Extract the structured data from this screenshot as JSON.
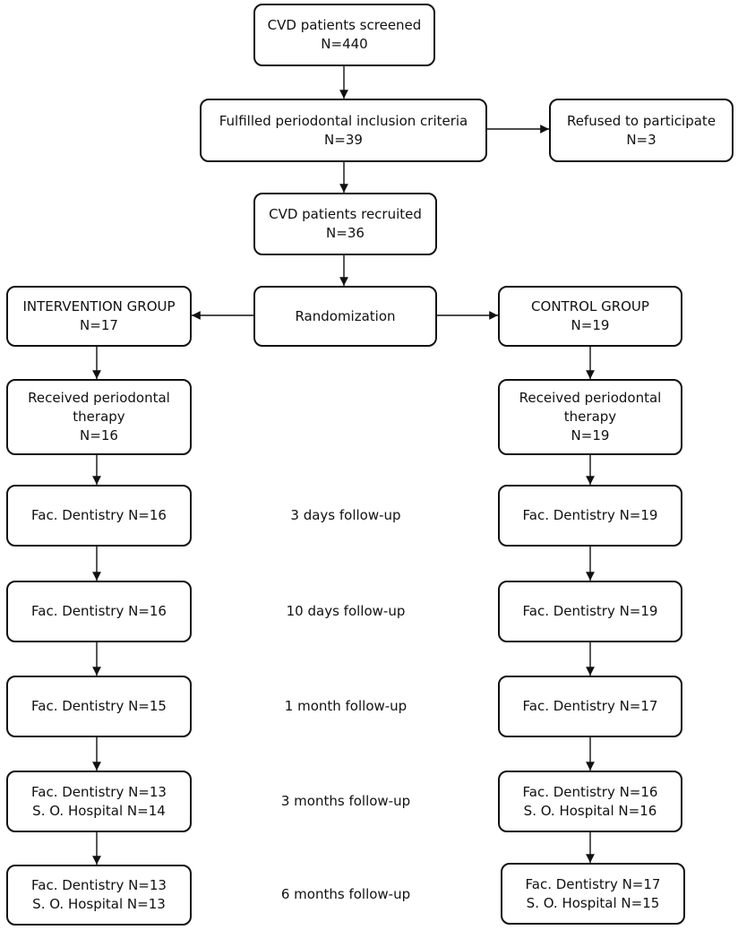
{
  "boxes": {
    "screened": {
      "line1": "CVD patients screened",
      "line2": "N=440"
    },
    "inclusion": {
      "line1": "Fulfilled periodontal inclusion criteria",
      "line2": "N=39"
    },
    "refused": {
      "line1": "Refused to participate",
      "line2": "N=3"
    },
    "recruited": {
      "line1": "CVD patients recruited",
      "line2": "N=36"
    },
    "randomization": {
      "line1": "Randomization"
    },
    "intervention": {
      "line1": "INTERVENTION GROUP",
      "line2": "N=17"
    },
    "control": {
      "line1": "CONTROL GROUP",
      "line2": "N=19"
    },
    "int_therapy": {
      "line1": "Received periodontal",
      "line2": "therapy",
      "line3": "N=16"
    },
    "ctl_therapy": {
      "line1": "Received periodontal",
      "line2": "therapy",
      "line3": "N=19"
    },
    "int_3d": {
      "line1": "Fac. Dentistry N=16"
    },
    "ctl_3d": {
      "line1": "Fac. Dentistry N=19"
    },
    "int_10d": {
      "line1": "Fac. Dentistry N=16"
    },
    "ctl_10d": {
      "line1": "Fac. Dentistry N=19"
    },
    "int_1m": {
      "line1": "Fac. Dentistry N=15"
    },
    "ctl_1m": {
      "line1": "Fac. Dentistry N=17"
    },
    "int_3m": {
      "line1": "Fac. Dentistry N=13",
      "line2": "S. O. Hospital N=14"
    },
    "ctl_3m": {
      "line1": "Fac. Dentistry N=16",
      "line2": "S. O. Hospital N=16"
    },
    "int_6m": {
      "line1": "Fac. Dentistry N=13",
      "line2": "S. O. Hospital N=13"
    },
    "ctl_6m": {
      "line1": "Fac. Dentistry N=17",
      "line2": "S. O. Hospital N=15"
    }
  },
  "followups": {
    "d3": "3 days follow-up",
    "d10": "10 days follow-up",
    "m1": "1 month follow-up",
    "m3": "3 months follow-up",
    "m6": "6 months follow-up"
  }
}
